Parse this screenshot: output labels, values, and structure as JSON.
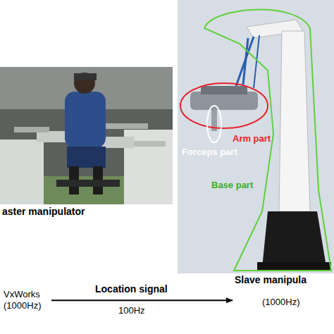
{
  "diagram": {
    "nodes": [
      {
        "text": [
          "VxWorks (1000Hz)"
        ]
      },
      {
        "text": [
          "Slave manipula",
          "(1000Hz)"
        ]
      }
    ],
    "edges": [
      {
        "from": 0,
        "to": 1,
        "label": "Location signal",
        "arrow": "to"
      }
    ],
    "labels": [
      "aster manipulator",
      "Arm part",
      "Forceps part",
      "Base part",
      "100Hz"
    ]
  }
}
